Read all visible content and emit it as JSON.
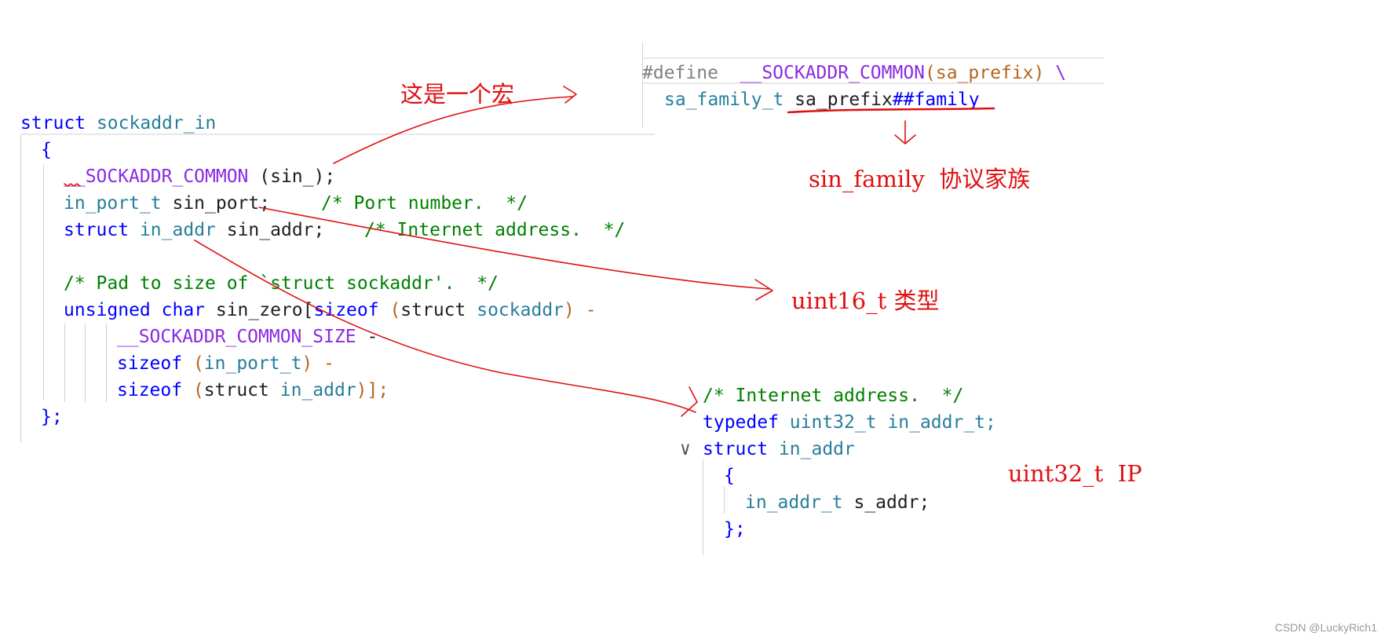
{
  "left_code": {
    "struct_kw": "struct",
    "struct_name": "sockaddr_in",
    "open_brace": "{",
    "common_macro": "__SOCKADDR_COMMON",
    "common_arg": " (sin_);",
    "port_type": "in_port_t",
    "port_field": " sin_port;",
    "port_comment": "/* Port number.  */",
    "addr_kw": "struct",
    "addr_type": "in_addr",
    "addr_field": " sin_addr;",
    "addr_comment": "/* Internet address.  */",
    "pad_comment": "/* Pad to size of `struct sockaddr'.  */",
    "zero_kw": "unsigned char",
    "zero_field": " sin_zero[",
    "zero_sizeof": "sizeof",
    "zero_paren_open": " (",
    "zero_struct": "struct",
    "zero_sockaddr": " sockaddr",
    "zero_paren_close": ") -",
    "common_size": "__SOCKADDR_COMMON_SIZE",
    "common_size_tail": " -",
    "sizeof1": "sizeof",
    "sizeof1_open": " (",
    "sizeof1_type": "in_port_t",
    "sizeof1_close": ") -",
    "sizeof2": "sizeof",
    "sizeof2_open": " (",
    "sizeof2_struct": "struct",
    "sizeof2_type": " in_addr",
    "sizeof2_close": ")];",
    "close_brace": "};"
  },
  "top_right_code": {
    "define_kw": "#define",
    "define_name": "  __SOCKADDR_COMMON",
    "define_args": "(sa_prefix)",
    "define_cont": " \\",
    "family_type": "sa_family_t",
    "family_field": " sa_prefix",
    "family_concat": "##family"
  },
  "bottom_right_code": {
    "comment": "/* Internet address.  */",
    "typedef_kw": "typedef",
    "typedef_type": " uint32_t",
    "typedef_name": " in_addr_t;",
    "fold_glyph": "∨",
    "struct_kw": "struct",
    "struct_name": " in_addr",
    "open_brace": "{",
    "field_type": "in_addr_t",
    "field_name": " s_addr;",
    "close_brace": "};"
  },
  "annotations": {
    "macro_note": "这是一个宏",
    "family_note": "sin_family  协议家族",
    "uint16_note": "uint16_t 类型",
    "ip_note": "uint32_t  IP"
  },
  "watermark": "CSDN @LuckyRich1",
  "colors": {
    "keyword": "#0000ff",
    "type": "#267f99",
    "macro": "#8a2be2",
    "comment": "#008000",
    "annotation": "#e01010"
  }
}
